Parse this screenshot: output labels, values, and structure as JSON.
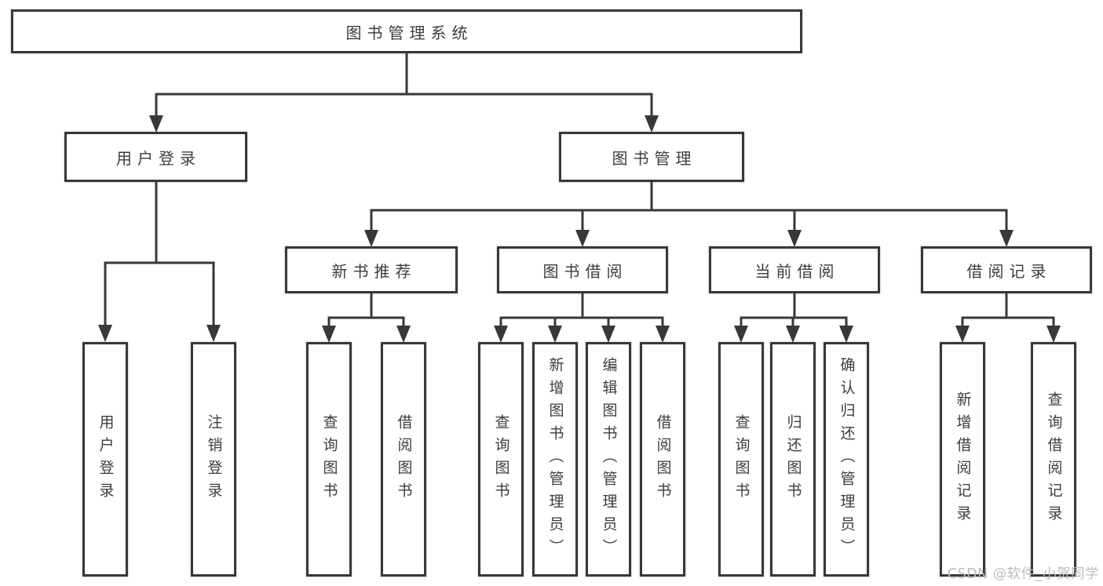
{
  "tree": {
    "label": "图书管理系统",
    "children": [
      {
        "label": "用户登录",
        "children": [
          {
            "label": "用户登录"
          },
          {
            "label": "注销登录"
          }
        ]
      },
      {
        "label": "图书管理",
        "children": [
          {
            "label": "新书推荐",
            "children": [
              {
                "label": "查询图书"
              },
              {
                "label": "借阅图书"
              }
            ]
          },
          {
            "label": "图书借阅",
            "children": [
              {
                "label": "查询图书"
              },
              {
                "label": "新增图书（管理员）"
              },
              {
                "label": "编辑图书（管理员）"
              },
              {
                "label": "借阅图书"
              }
            ]
          },
          {
            "label": "当前借阅",
            "children": [
              {
                "label": "查询图书"
              },
              {
                "label": "归还图书"
              },
              {
                "label": "确认归还（管理员）"
              }
            ]
          },
          {
            "label": "借阅记录",
            "children": [
              {
                "label": "新增借阅记录"
              },
              {
                "label": "查询借阅记录"
              }
            ]
          }
        ]
      }
    ]
  },
  "watermark": "CSDN @软件_小贺同学",
  "colors": {
    "line": "#383838",
    "box_border": "#383838",
    "text": "#3d3d3d",
    "watermark": "#b9bdc2",
    "background": "#ffffff"
  }
}
